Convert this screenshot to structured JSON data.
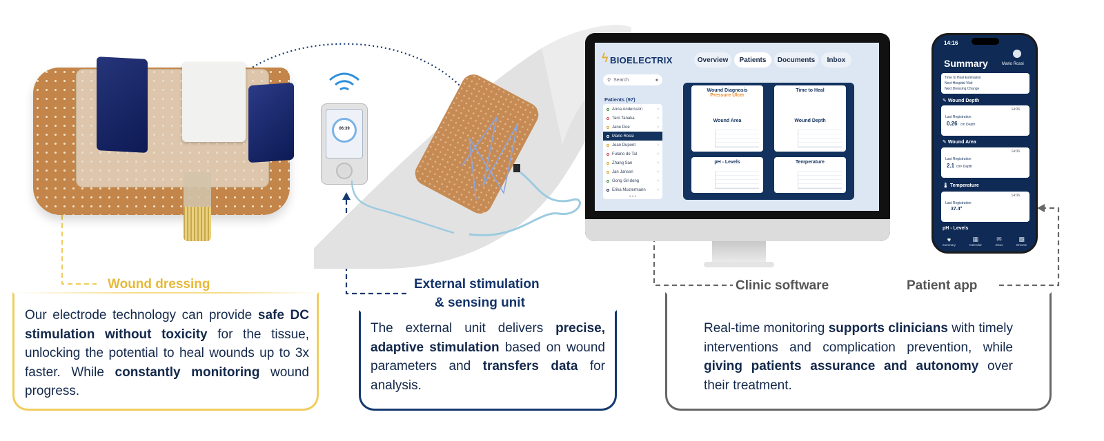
{
  "dressing": {
    "caption": "Wound dressing",
    "text_1": "Our electrode technology can provide ",
    "bold_1": "safe DC stimulation without toxicity",
    "text_2": " for the tissue, unlocking the potential to heal wounds up to 3x faster. While ",
    "bold_2": "constantly monitoring",
    "text_3": " wound progress."
  },
  "stimulation": {
    "caption_line1": "External stimulation",
    "caption_line2": "& sensing unit",
    "text_1": "The external unit delivers ",
    "bold_1": "precise, adaptive stimulation",
    "text_2": " based on wound parameters and ",
    "bold_2": "transfers data",
    "text_3": " for analysis.",
    "device_time": "06:39"
  },
  "clinic": {
    "caption": "Clinic software",
    "text_1": "Real-time monitoring ",
    "bold_1": "supports clinicians",
    "text_2": " with timely interventions and complication prevention, while ",
    "bold_2": "giving patients assurance and autonomy",
    "text_3": " over their treatment."
  },
  "patient_app": {
    "caption": "Patient app"
  },
  "desktop_app": {
    "logo": "BIOELECTRIX",
    "tabs": [
      "Overview",
      "Patients",
      "Documents",
      "Inbox"
    ],
    "active_tab": "Patients",
    "search_placeholder": "Search",
    "patients_title": "Patients (97)",
    "patients": [
      "Anna Andersson",
      "Taro Tanaka",
      "Jane Doe",
      "Mario Rossi",
      "Jean Dupont",
      "Fulano de Tal",
      "Zhang San",
      "Jan Jansen",
      "Gong Gil-dong",
      "Erika Mustermann"
    ],
    "selected_patient": "Mario Rossi",
    "list_more": "• • •",
    "cards": [
      {
        "title": "Wound Diagnosis",
        "subtitle": "Pressure Ulcer"
      },
      {
        "title": "Time to Heal",
        "subtitle": ""
      },
      {
        "title": "Wound Area",
        "subtitle": ""
      },
      {
        "title": "Wound Depth",
        "subtitle": ""
      },
      {
        "title": "pH - Levels",
        "subtitle": ""
      },
      {
        "title": "Temperature",
        "subtitle": ""
      }
    ]
  },
  "phone_app": {
    "time": "14:16",
    "title": "Summary",
    "user": "Mario Rossi",
    "info_rows": [
      "Time to Heal Estimation",
      "Next Hospital Visit",
      "Next Dressing Change"
    ],
    "sections": [
      {
        "title": "Wound Depth",
        "label": "Last Registration",
        "value": "0.26",
        "unit": "cm  Depth",
        "time": "14:06"
      },
      {
        "title": "Wound Area",
        "label": "Last Registration",
        "value": "2.1",
        "unit": "cm²  Depth",
        "time": "14:06"
      },
      {
        "title": "Temperature",
        "label": "Last Registration",
        "value": "37.4°",
        "unit": "",
        "time": "14:06"
      }
    ],
    "next_section": "pH - Levels",
    "nav": [
      "Summary",
      "Calendar",
      "Inbox",
      "Browse"
    ]
  },
  "colors": {
    "yellow": "#f0cd5e",
    "navy": "#14396f",
    "gray": "#666666",
    "orange": "#e98b2a"
  }
}
